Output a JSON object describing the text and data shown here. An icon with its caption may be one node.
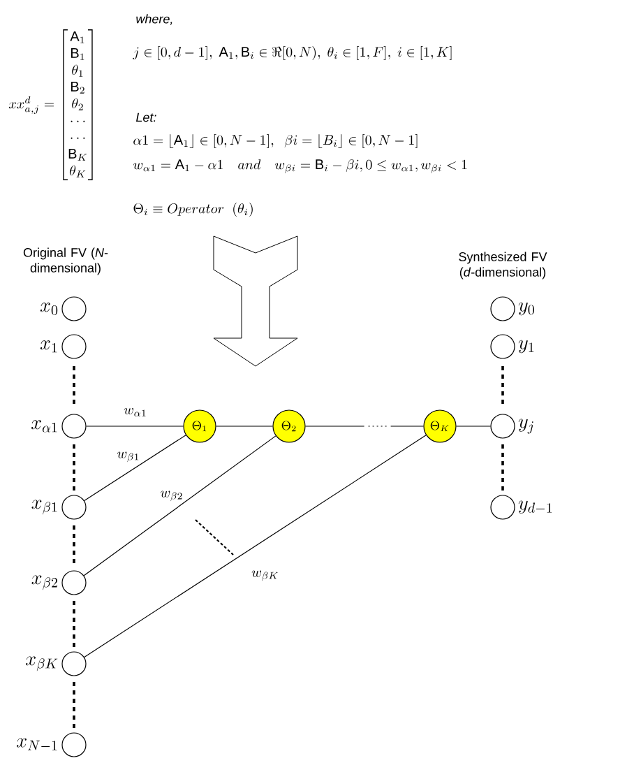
{
  "diagram": {
    "nodes": [
      {
        "text": [],
        "shape": "circle",
        "beside": [
          "x_{0}"
        ]
      },
      {
        "text": [],
        "shape": "circle",
        "beside": [
          "x_{1}"
        ]
      },
      {
        "text": [],
        "shape": "circle",
        "beside": [
          "x_{\\alpha 1}"
        ]
      },
      {
        "text": [],
        "shape": "circle",
        "beside": [
          "x_{\\beta 1}"
        ]
      },
      {
        "text": [],
        "shape": "circle",
        "beside": [
          "x_{\\beta 2}"
        ]
      },
      {
        "text": [],
        "shape": "circle",
        "beside": [
          "x_{\\beta K}"
        ]
      },
      {
        "text": [],
        "shape": "circle",
        "beside": [
          "x_{N-1}"
        ]
      },
      {
        "text": [
          "\\Theta_{1}"
        ]
      },
      {
        "text": [
          "\\Theta_{2}"
        ]
      },
      {
        "text": [
          "\\Theta_{K}"
        ]
      },
      {
        "text": [],
        "shape": "circle",
        "beside": [
          "y_{0}"
        ]
      },
      {
        "text": [],
        "shape": "circle",
        "beside": [
          "y_{1}"
        ]
      },
      {
        "text": [],
        "shape": "circle",
        "beside": [
          "y_{j}"
        ]
      },
      {
        "text": [],
        "shape": "circle",
        "beside": [
          "y_{d-1}"
        ]
      }
    ],
    "edges": [
      {
        "from": 2,
        "to": 7,
        "arrow": "none",
        "label": "w_{\\alpha 1}"
      },
      {
        "from": 3,
        "to": 7,
        "arrow": "none",
        "label": "w_{\\beta 1}"
      },
      {
        "from": 4,
        "to": 8,
        "arrow": "none",
        "label": "w_{\\beta 2}"
      },
      {
        "from": 5,
        "to": 9,
        "arrow": "none",
        "label": "w_{\\beta K}"
      },
      {
        "from": 7,
        "to": 8,
        "arrow": "none"
      },
      {
        "from": 8,
        "to": 9,
        "arrow": "none",
        "style": "dashed"
      },
      {
        "from": 9,
        "to": 12,
        "arrow": "none"
      }
    ],
    "labels": [
      "xx^{d}_{a,j} = \\begin{bmatrix} \\mathrm{A}_{1} \\\\ \\mathrm{B}_{1} \\\\ \\theta_{1} \\\\ \\mathrm{B}_{2} \\\\ \\theta_{2} \\\\ \\cdots \\\\ \\cdots \\\\ \\mathrm{B}_{K} \\\\ \\theta_{K} \\end{bmatrix}",
      "where,",
      "j \\in [0,d-1],\\ \\mathrm{A}_{1},\\mathrm{B}_{i} \\in \\Re[0,N),\\ \\theta_{i} \\in [1,F],\\ i \\in [1,K]",
      "Let:",
      "\\alpha 1 = \\lfloor \\mathrm{A}_{1} \\rfloor \\in [0,N-1],\\ \\ \\beta i = \\lfloor B_{i} \\rfloor \\in [0,N-1]",
      "w_{\\alpha 1} = \\mathrm{A}_{1} - \\alpha 1 \\quad and \\quad w_{\\beta i} = \\mathrm{B}_{i} - \\beta i, 0 \\le w_{\\alpha 1}, w_{\\beta i} < 1",
      "\\Theta_{i} \\equiv Operator\\ \\ (\\theta_{i})",
      "Original FV (*N*-dimensional)",
      "Synthesized FV (*d*-dimensional)"
    ]
  }
}
